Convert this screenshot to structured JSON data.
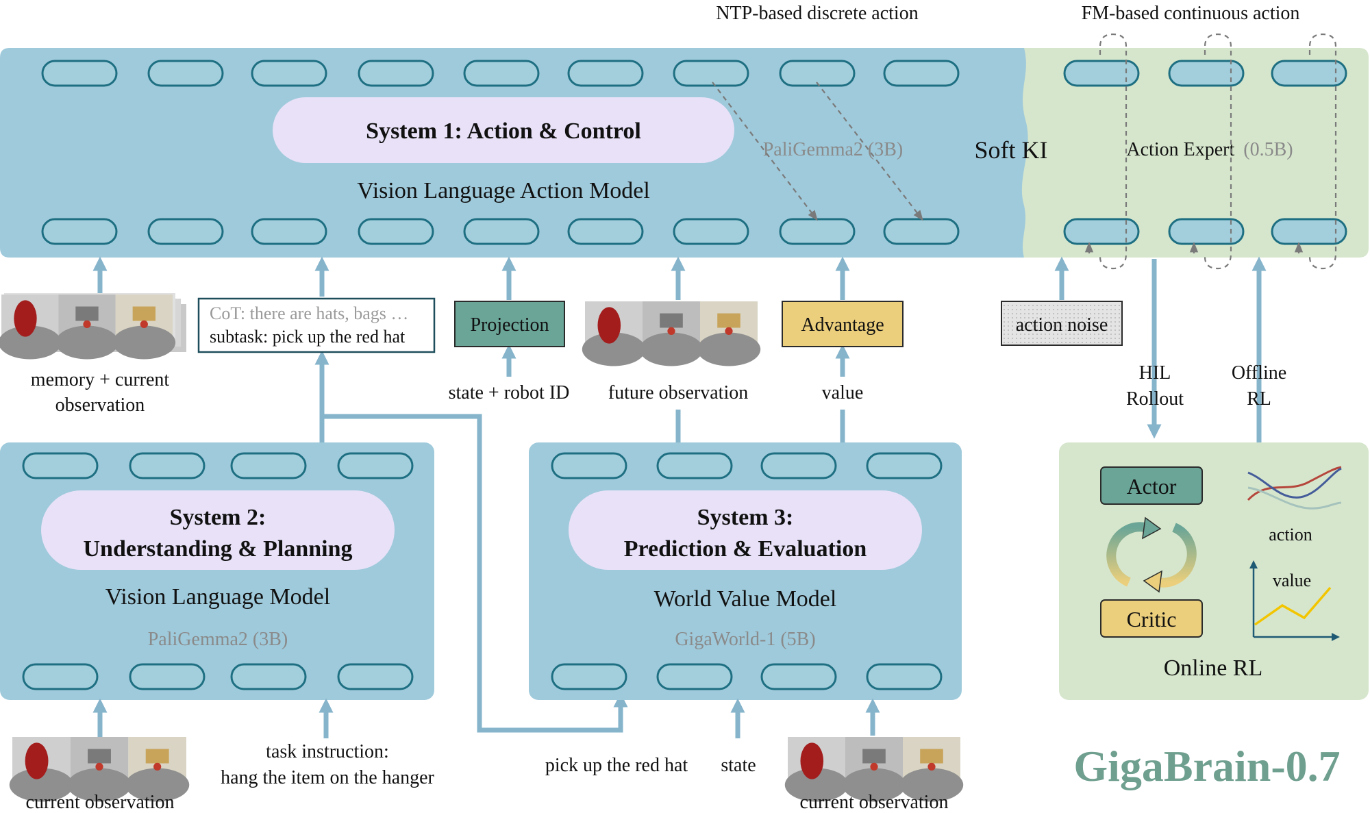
{
  "top_labels": {
    "ntp": "NTP-based discrete action",
    "fm": "FM-based continuous action"
  },
  "system1": {
    "title": "System 1: Action & Control",
    "model": "Vision Language Action Model",
    "backbone": "PaliGemma2 (3B)",
    "soft_ki": "Soft KI",
    "expert_name": "Action Expert",
    "expert_size": "(0.5B)"
  },
  "system2": {
    "title_line1": "System 2:",
    "title_line2": "Understanding & Planning",
    "model": "Vision Language Model",
    "backbone": "PaliGemma2 (3B)"
  },
  "system3": {
    "title_line1": "System 3:",
    "title_line2": "Prediction & Evaluation",
    "model": "World Value Model",
    "backbone": "GigaWorld-1 (5B)"
  },
  "inputs": {
    "memory_line1": "memory + current",
    "memory_line2": "observation",
    "cot_line1": "CoT: there are hats, bags …",
    "cot_line2": "subtask: pick up the red hat",
    "projection": "Projection",
    "state_robot": "state + robot ID",
    "future_obs": "future observation",
    "advantage": "Advantage",
    "value": "value",
    "action_noise": "action noise",
    "hil_line1": "HIL",
    "hil_line2": "Rollout",
    "offline_line1": "Offline",
    "offline_line2": "RL",
    "current_obs_left": "current observation",
    "task_line1": "task instruction:",
    "task_line2": "hang the item on the hanger",
    "pick_red_hat": "pick up the red hat",
    "state": "state",
    "current_obs_right": "current observation"
  },
  "online_rl": {
    "actor": "Actor",
    "critic": "Critic",
    "action_label": "action",
    "value_label": "value",
    "title": "Online RL"
  },
  "brand": "GigaBrain-0.7",
  "colors": {
    "panel_blue": "#9fcadb",
    "panel_green": "#d6e6cc",
    "pill_lavender": "#e8e1f8",
    "token_stroke": "#1e6f82",
    "projection_fill": "#6aa597",
    "advantage_fill": "#ebcf7c",
    "actor_fill": "#6aa597",
    "critic_fill": "#ebcf7c",
    "brand": "#6f9f8e"
  }
}
